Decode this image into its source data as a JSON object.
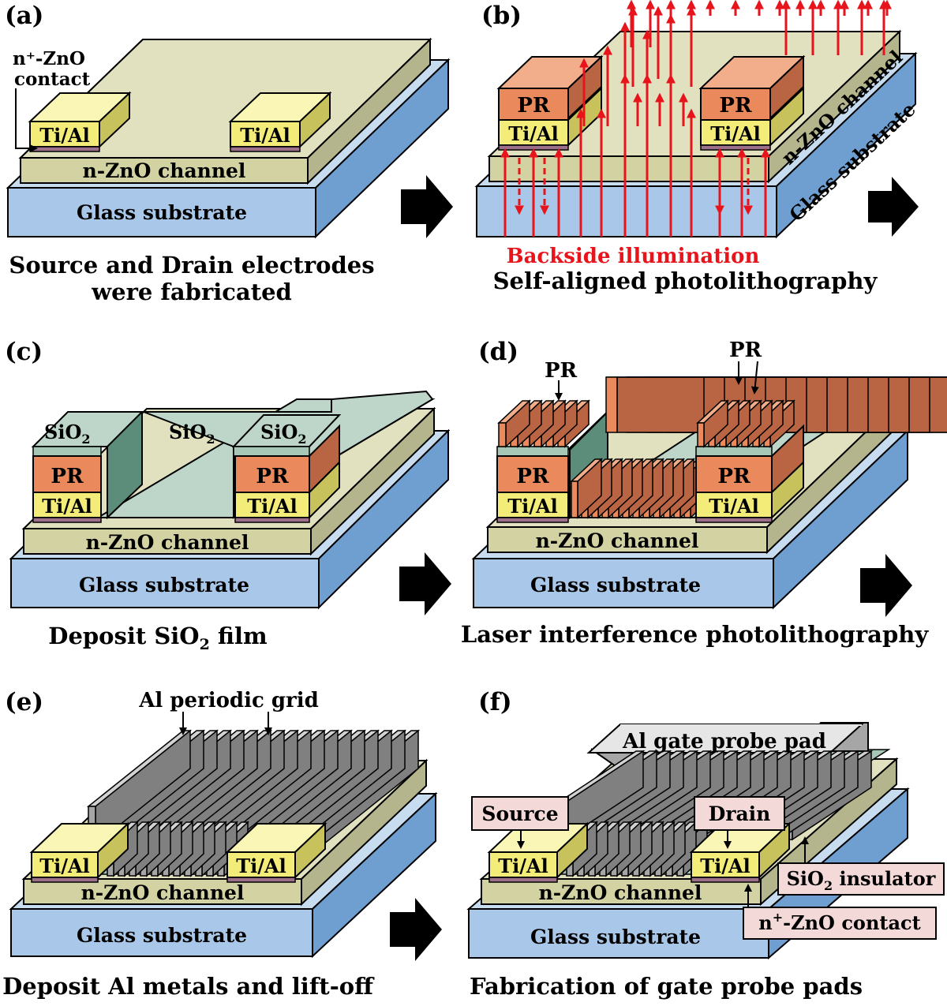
{
  "colors": {
    "glass_front": "#a9c7e8",
    "glass_top": "#c8dcef",
    "glass_side": "#6e9fd0",
    "channel_front": "#d2d2a3",
    "channel_top": "#e1e1c0",
    "channel_side": "#b5b58d",
    "tial_front": "#f3ec78",
    "tial_top": "#faf6b5",
    "tial_side": "#c7c25c",
    "contact": "#9c6f8a",
    "pr_front": "#ea8a5c",
    "pr_top": "#f2ae8a",
    "pr_side": "#b96543",
    "sio2_front": "#a7c7b6",
    "sio2_top": "#bdd6c9",
    "sio2_side": "#5b8d7a",
    "al_front": "#a6a6a6",
    "al_top": "#d2d2d2",
    "al_side": "#808080",
    "arrow_red": "#e8141b",
    "label_box": "#f4d9d9"
  },
  "panels": {
    "a": {
      "letter": "(a)",
      "contact_label_1": "n⁺-ZnO",
      "contact_label_2": "contact",
      "electrode_left": "Ti/Al",
      "electrode_right": "Ti/Al",
      "channel": "n-ZnO channel",
      "substrate": "Glass substrate",
      "caption_1": "Source and Drain electrodes",
      "caption_2": "were fabricated"
    },
    "b": {
      "letter": "(b)",
      "pr_left": "PR",
      "pr_right": "PR",
      "electrode_left": "Ti/Al",
      "electrode_right": "Ti/Al",
      "channel": "n-ZnO channel",
      "substrate": "Glass substrate",
      "illumination": "Backside illumination",
      "caption": "Self-aligned photolithography"
    },
    "c": {
      "letter": "(c)",
      "sio2": "SiO",
      "sio2_sub": "2",
      "pr_left": "PR",
      "pr_right": "PR",
      "electrode_left": "Ti/Al",
      "electrode_right": "Ti/Al",
      "channel": "n-ZnO channel",
      "substrate": "Glass substrate",
      "caption_pre": "Deposit SiO",
      "caption_sub": "2",
      "caption_post": " film"
    },
    "d": {
      "letter": "(d)",
      "pr_callout_left": "PR",
      "pr_callout_right": "PR",
      "pr_left": "PR",
      "pr_right": "PR",
      "electrode_left": "Ti/Al",
      "electrode_right": "Ti/Al",
      "channel": "n-ZnO channel",
      "substrate": "Glass substrate",
      "caption": "Laser interference photolithography"
    },
    "e": {
      "letter": "(e)",
      "grid_label": "Al periodic grid",
      "electrode_left": "Ti/Al",
      "electrode_right": "Ti/Al",
      "channel": "n-ZnO channel",
      "substrate": "Glass substrate",
      "caption": "Deposit Al metals and lift-off"
    },
    "f": {
      "letter": "(f)",
      "gate_pad": "Al gate probe pad",
      "source": "Source",
      "drain": "Drain",
      "electrode_left": "Ti/Al",
      "electrode_right": "Ti/Al",
      "sio2_pre": "SiO",
      "sio2_sub": "2",
      "sio2_post": " insulator",
      "contact_pre": "n",
      "contact_sup": "+",
      "contact_post": "-ZnO contact",
      "channel": "n-ZnO channel",
      "substrate": "Glass substrate",
      "caption": "Fabrication of gate probe pads"
    }
  }
}
